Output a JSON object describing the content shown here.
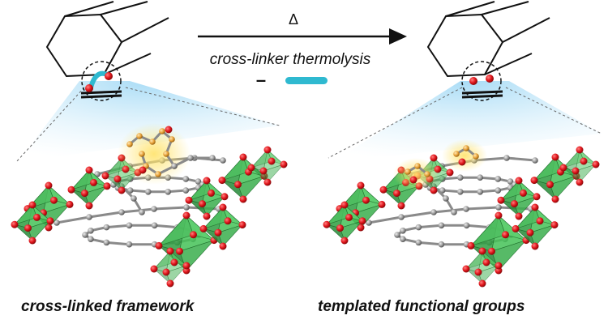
{
  "arrow": {
    "symbol": "Δ",
    "label": "cross-linker thermolysis",
    "minus": "–"
  },
  "captions": {
    "left": "cross-linked framework",
    "right": "templated functional groups"
  },
  "colors": {
    "octahedron": "#35b34a",
    "oxygen": "#e0141a",
    "carbon": "#9a9a9a",
    "crosslinker": "#e8a23a",
    "crosslinker_glow": "#ffe36a",
    "linker_bar": "#2fb9d0",
    "glow": "#9fd8f5"
  }
}
